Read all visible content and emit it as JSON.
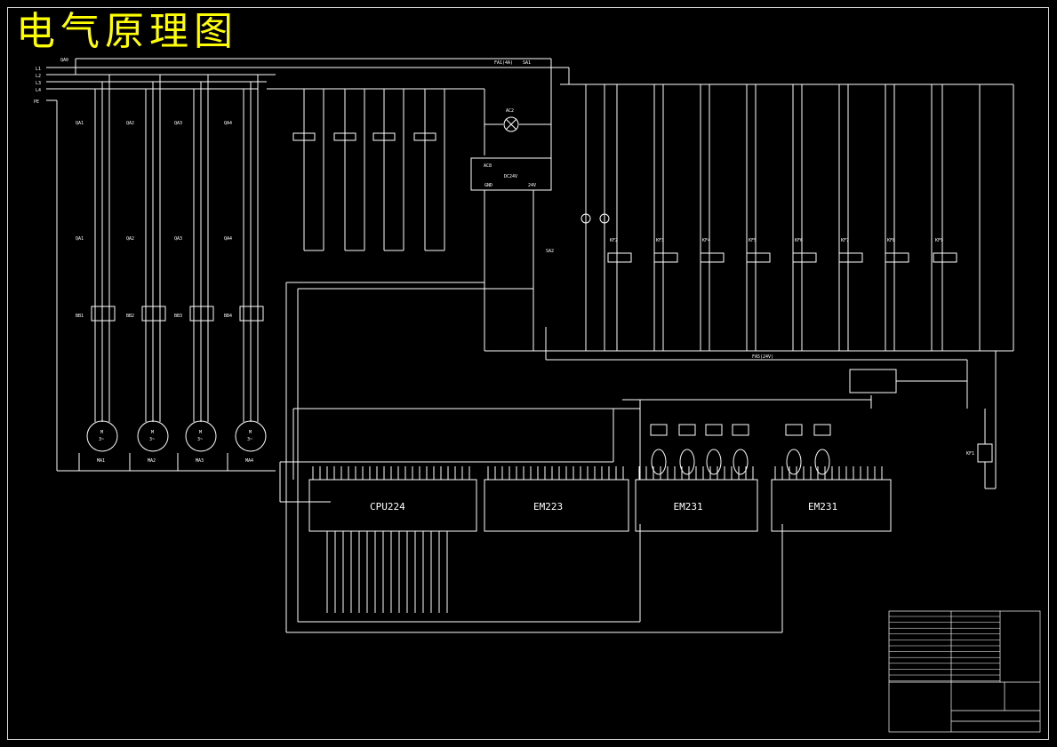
{
  "title": "电气原理图",
  "phase_lines": [
    "L1",
    "L2",
    "L3",
    "L4",
    "PE"
  ],
  "main_switch": "QA0",
  "breakers": [
    "QA1",
    "QA2",
    "QA3",
    "QA4"
  ],
  "contactors": [
    "QA1",
    "QA2",
    "QA3",
    "QA4"
  ],
  "overloads": [
    "BB1",
    "BB2",
    "BB3",
    "BB4"
  ],
  "motors": [
    "MA1",
    "MA2",
    "MA3",
    "MA4"
  ],
  "motor_symbol": "M",
  "motor_phase": "3~",
  "fuse_label": "FA1(4A)",
  "supply_switch": "SA1",
  "lamp_label": "AC2",
  "power_supply": {
    "ac_label": "AC8",
    "dc_label": "DC24V",
    "gnd_label": "GND",
    "v_label": "24V"
  },
  "switch_sa2": "SA2",
  "relays": [
    "KF2",
    "KF3",
    "KF4",
    "KF5",
    "KF6",
    "KF7",
    "KF8",
    "KF9"
  ],
  "bus_label": "FA5(24V)",
  "coil_kf1": "KF1",
  "plc": {
    "cpu": "CPU224",
    "digital": "EM223",
    "analog1": "EM231",
    "analog2": "EM231"
  },
  "colors": {
    "background": "#000000",
    "title": "#ffff00",
    "wire": "#ffffff",
    "frame": "#d8d8d8"
  }
}
